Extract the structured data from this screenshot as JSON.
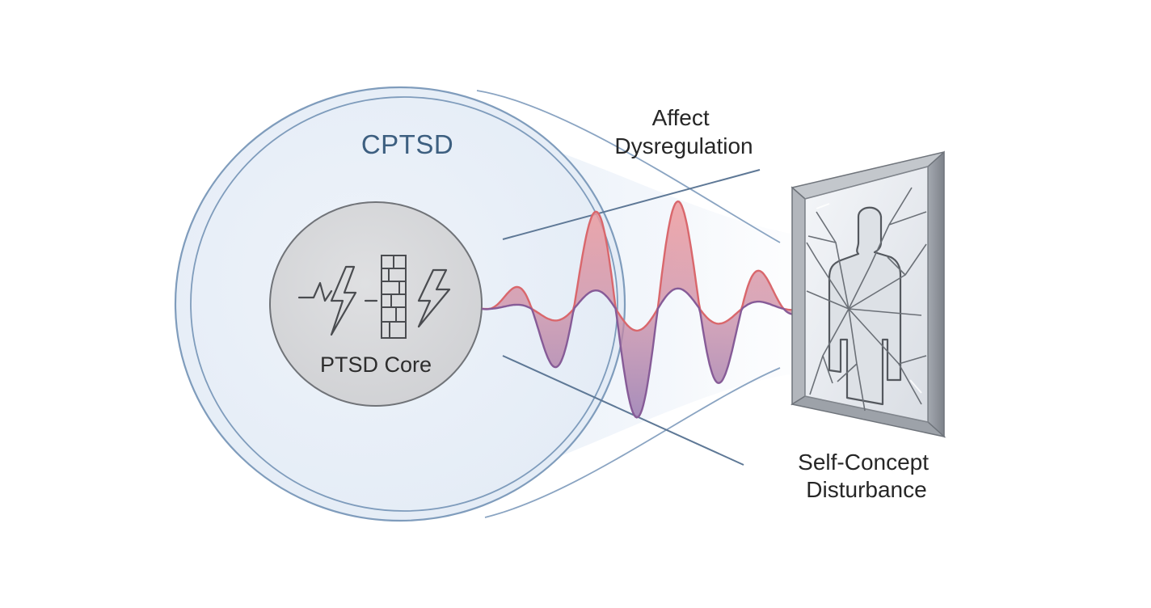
{
  "outer_circle": {
    "label": "CPTSD"
  },
  "core_circle": {
    "label": "PTSD Core",
    "icons": [
      "pulse-lightning-icon",
      "block-column-icon",
      "lightning-bolt-icon"
    ]
  },
  "wave": {
    "label_lines": [
      "Affect",
      "Dysregulation"
    ]
  },
  "mirror": {
    "label_lines": [
      "Self-Concept",
      "Disturbance"
    ],
    "icon": "shattered-mirror-person-icon"
  },
  "colors": {
    "outer_fill": "#eaf1f9",
    "outer_stroke": "#7f9cbc",
    "core_fill": "#d7d8da",
    "wave_top": "#e0787a",
    "wave_bottom": "#8a5e95",
    "frame": "#8d9299"
  }
}
